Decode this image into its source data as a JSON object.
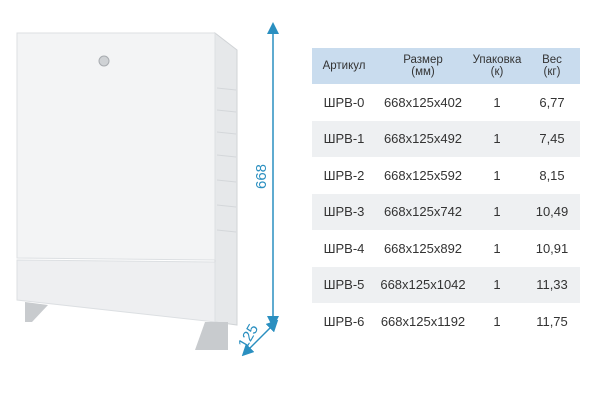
{
  "dimensions": {
    "height": "668",
    "depth": "125"
  },
  "colors": {
    "accent": "#2a8fc0",
    "header_bg": "#c9dcee",
    "alt_row": "#eef0f2"
  },
  "table": {
    "headers": [
      {
        "line1": "Артикул",
        "line2": ""
      },
      {
        "line1": "Размер",
        "line2": "(мм)"
      },
      {
        "line1": "Упаковка",
        "line2": "(к)"
      },
      {
        "line1": "Вес",
        "line2": "(кг)"
      }
    ],
    "rows": [
      [
        "ШРВ-0",
        "668x125x402",
        "1",
        "6,77"
      ],
      [
        "ШРВ-1",
        "668x125x492",
        "1",
        "7,45"
      ],
      [
        "ШРВ-2",
        "668x125x592",
        "1",
        "8,15"
      ],
      [
        "ШРВ-3",
        "668x125x742",
        "1",
        "10,49"
      ],
      [
        "ШРВ-4",
        "668x125x892",
        "1",
        "10,91"
      ],
      [
        "ШРВ-5",
        "668x125x1042",
        "1",
        "11,33"
      ],
      [
        "ШРВ-6",
        "668x125x1192",
        "1",
        "11,75"
      ]
    ]
  }
}
